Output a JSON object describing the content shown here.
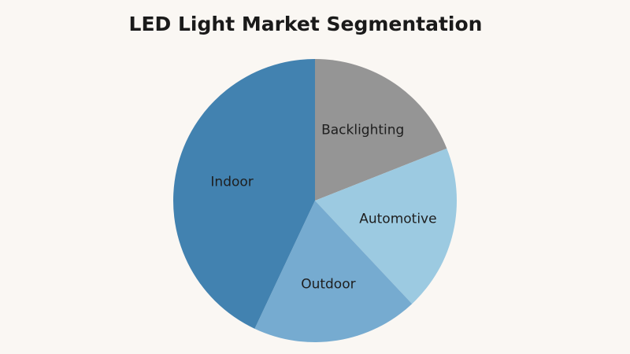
{
  "chart_data": {
    "type": "pie",
    "title": "LED Light Market Segmentation",
    "categories": [
      "Backlighting",
      "Automotive",
      "Outdoor",
      "Indoor"
    ],
    "values": [
      19,
      19,
      19,
      43
    ],
    "unit": "%",
    "colors": [
      "#959595",
      "#9ccae1",
      "#76abd0",
      "#4282b0"
    ],
    "start_angle_deg": 0,
    "direction": "clockwise",
    "legend": "none",
    "labels_inside": true
  }
}
